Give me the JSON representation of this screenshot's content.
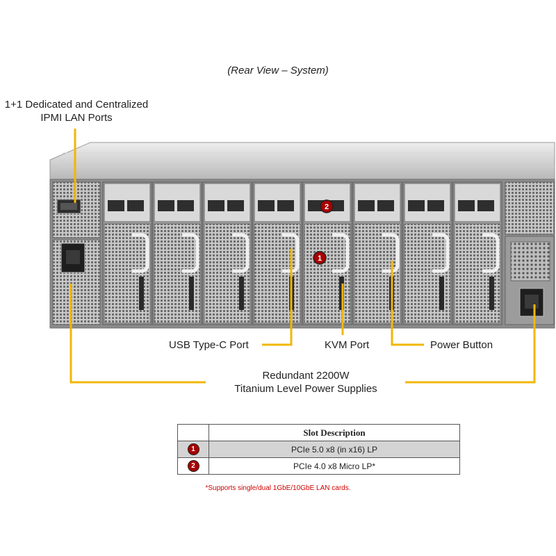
{
  "caption": "(Rear View – System)",
  "labels": {
    "ipmi_line1": "1+1 Dedicated and Centralized",
    "ipmi_line2": "IPMI LAN Ports",
    "usb": "USB Type-C  Port",
    "kvm": "KVM Port",
    "power_button": "Power Button",
    "psu_line1": "Redundant  2200W",
    "psu_line2": "Titanium  Level Power Supplies"
  },
  "markers": {
    "m1": "1",
    "m2": "2"
  },
  "table": {
    "header": "Slot Description",
    "rows": [
      {
        "num": "1",
        "desc": "PCIe 5.0 x8 (in x16) LP"
      },
      {
        "num": "2",
        "desc": "PCIe 4.0 x8 Micro LP*"
      }
    ]
  },
  "footnote": "*Supports single/dual 1GbE/10GbE  LAN cards.",
  "colors": {
    "callout": "#f2b705",
    "badge": "#a80000",
    "footnote": "#d00000"
  }
}
